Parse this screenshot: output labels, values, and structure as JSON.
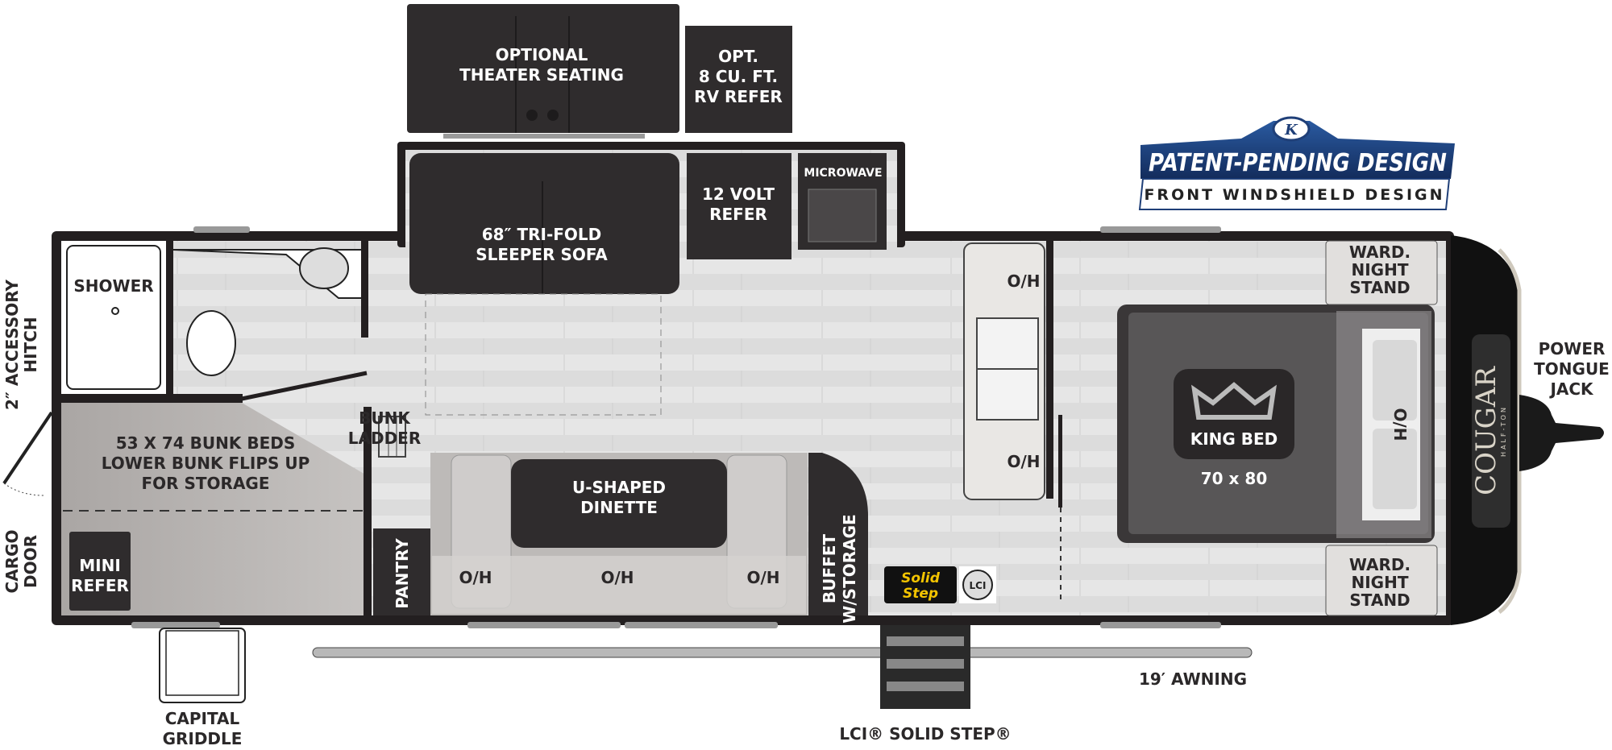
{
  "badge": {
    "title": "PATENT-PENDING DESIGN",
    "subtitle": "FRONT WINDSHIELD DESIGN",
    "logo_letter": "K"
  },
  "brand": {
    "name": "COUGAR",
    "subname": "HALF-TON"
  },
  "labels": {
    "theater": [
      "OPTIONAL",
      "THEATER SEATING"
    ],
    "opt_refer": [
      "OPT.",
      "8 CU. FT.",
      "RV REFER"
    ],
    "sofa": [
      "68″ TRI-FOLD",
      "SLEEPER SOFA"
    ],
    "refer12v": [
      "12 VOLT",
      "REFER"
    ],
    "microwave": "MICROWAVE",
    "shower": "SHOWER",
    "hitch": [
      "2″ ACCESSORY",
      "HITCH"
    ],
    "cargo_door": [
      "CARGO",
      "DOOR"
    ],
    "bunk_beds": [
      "53 X 74 BUNK BEDS",
      "LOWER BUNK FLIPS UP",
      "FOR STORAGE"
    ],
    "mini_refer": [
      "MINI",
      "REFER"
    ],
    "bunk_ladder": [
      "BUNK",
      "LADDER"
    ],
    "pantry": "PANTRY",
    "dinette": [
      "U-SHAPED",
      "DINETTE"
    ],
    "oh": "O/H",
    "buffet": [
      "BUFFET",
      "W/STORAGE"
    ],
    "solid_step_logo": [
      "Solid",
      "Step"
    ],
    "lci_logo": "LCI",
    "king_bed": "KING BED",
    "bed_size": "70 x 80",
    "ward_nightstand": [
      "WARD.",
      "NIGHT",
      "STAND"
    ],
    "tongue_jack": [
      "POWER",
      "TONGUE",
      "JACK"
    ],
    "awning": "19′  AWNING",
    "solid_step": "LCI® SOLID STEP®",
    "griddle": [
      "CAPITAL",
      "GRIDDLE"
    ]
  },
  "colors": {
    "wall": "#231f20",
    "floor": "#e2e2e2",
    "furniture": "#2f2c2d",
    "bunk": "#aeaaa8",
    "badge_blue": "#1f3f78"
  }
}
